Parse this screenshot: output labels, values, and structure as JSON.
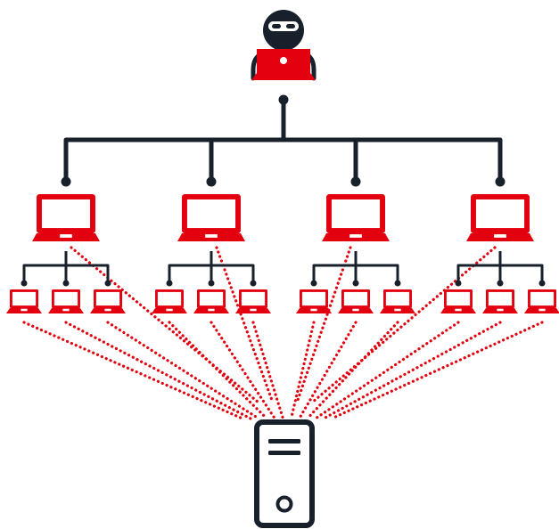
{
  "colors": {
    "dark": "#17202b",
    "red": "#e3000f",
    "white": "#ffffff"
  },
  "icons": {
    "attacker": "hacker-icon",
    "controller": "laptop-icon",
    "bot": "laptop-icon",
    "target": "server-icon"
  },
  "diagram": {
    "type": "botnet-ddos-attack",
    "attacker_count": 1,
    "controller_count": 4,
    "bots_per_controller": 3,
    "target_count": 1,
    "connections": {
      "attacker_to_controllers": "solid-tree",
      "controllers_to_bots": "solid-tree",
      "bots_to_target": "dotted-red"
    }
  }
}
